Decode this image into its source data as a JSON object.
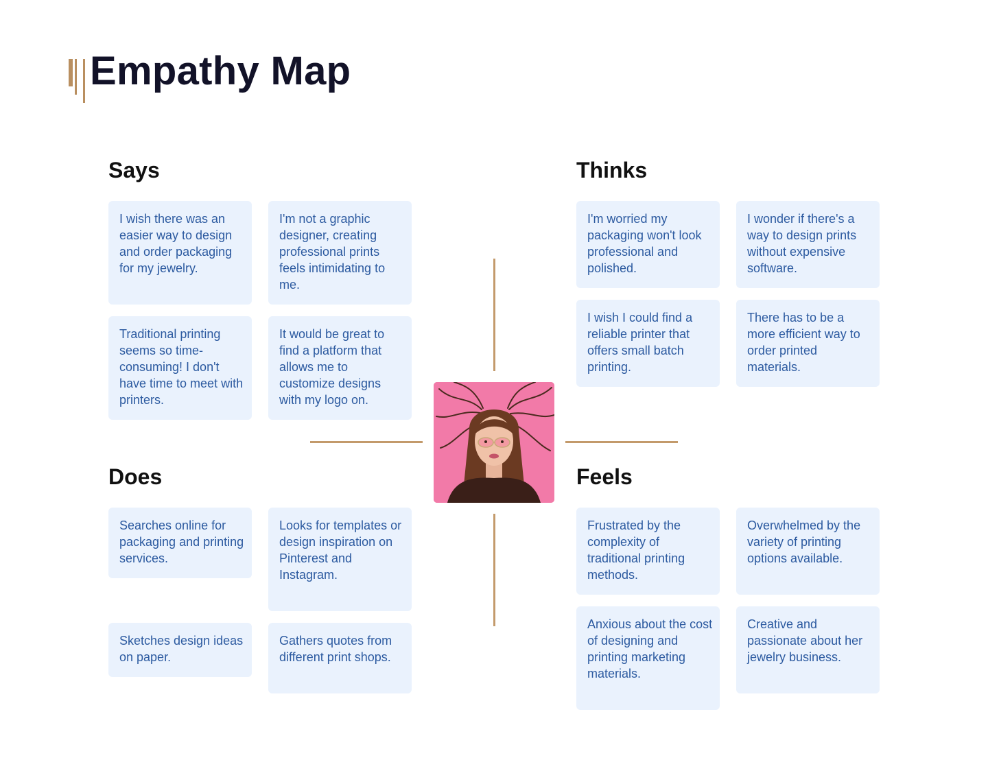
{
  "title": "Empathy Map",
  "colors": {
    "accent": "#b98f60",
    "card_bg": "#eaf2fd",
    "card_text": "#2c5aa0",
    "title_text": "#121228",
    "avatar_bg": "#f27aa8"
  },
  "quadrants": {
    "says": {
      "title": "Says",
      "items": [
        "I wish there was an easier way to design and order packaging for my jewelry.",
        "I'm not a graphic designer, creating professional prints feels  intimidating to me.",
        "Traditional printing seems so time-consuming! I don't have time to meet with printers.",
        "It would be great to find a platform that allows me to customize designs with my logo on."
      ]
    },
    "thinks": {
      "title": "Thinks",
      "items": [
        "I'm worried my packaging won't look professional and polished.",
        "I wonder if there's a way to design prints without expensive software.",
        "I wish I could find a reliable printer that offers small batch printing.",
        "There has to be a more efficient way to order printed materials."
      ]
    },
    "does": {
      "title": "Does",
      "items": [
        "Searches online for packaging and printing services.",
        "Looks for templates or design inspiration on Pinterest and Instagram.",
        "Sketches design ideas on paper.",
        "Gathers quotes from different print shops."
      ]
    },
    "feels": {
      "title": "Feels",
      "items": [
        "Frustrated by the complexity of traditional printing methods.",
        "Overwhelmed by the variety of printing options available.",
        "Anxious about the cost of designing and printing marketing materials.",
        "Creative and passionate about her jewelry business."
      ]
    }
  },
  "avatar_icon": "user-portrait-icon"
}
